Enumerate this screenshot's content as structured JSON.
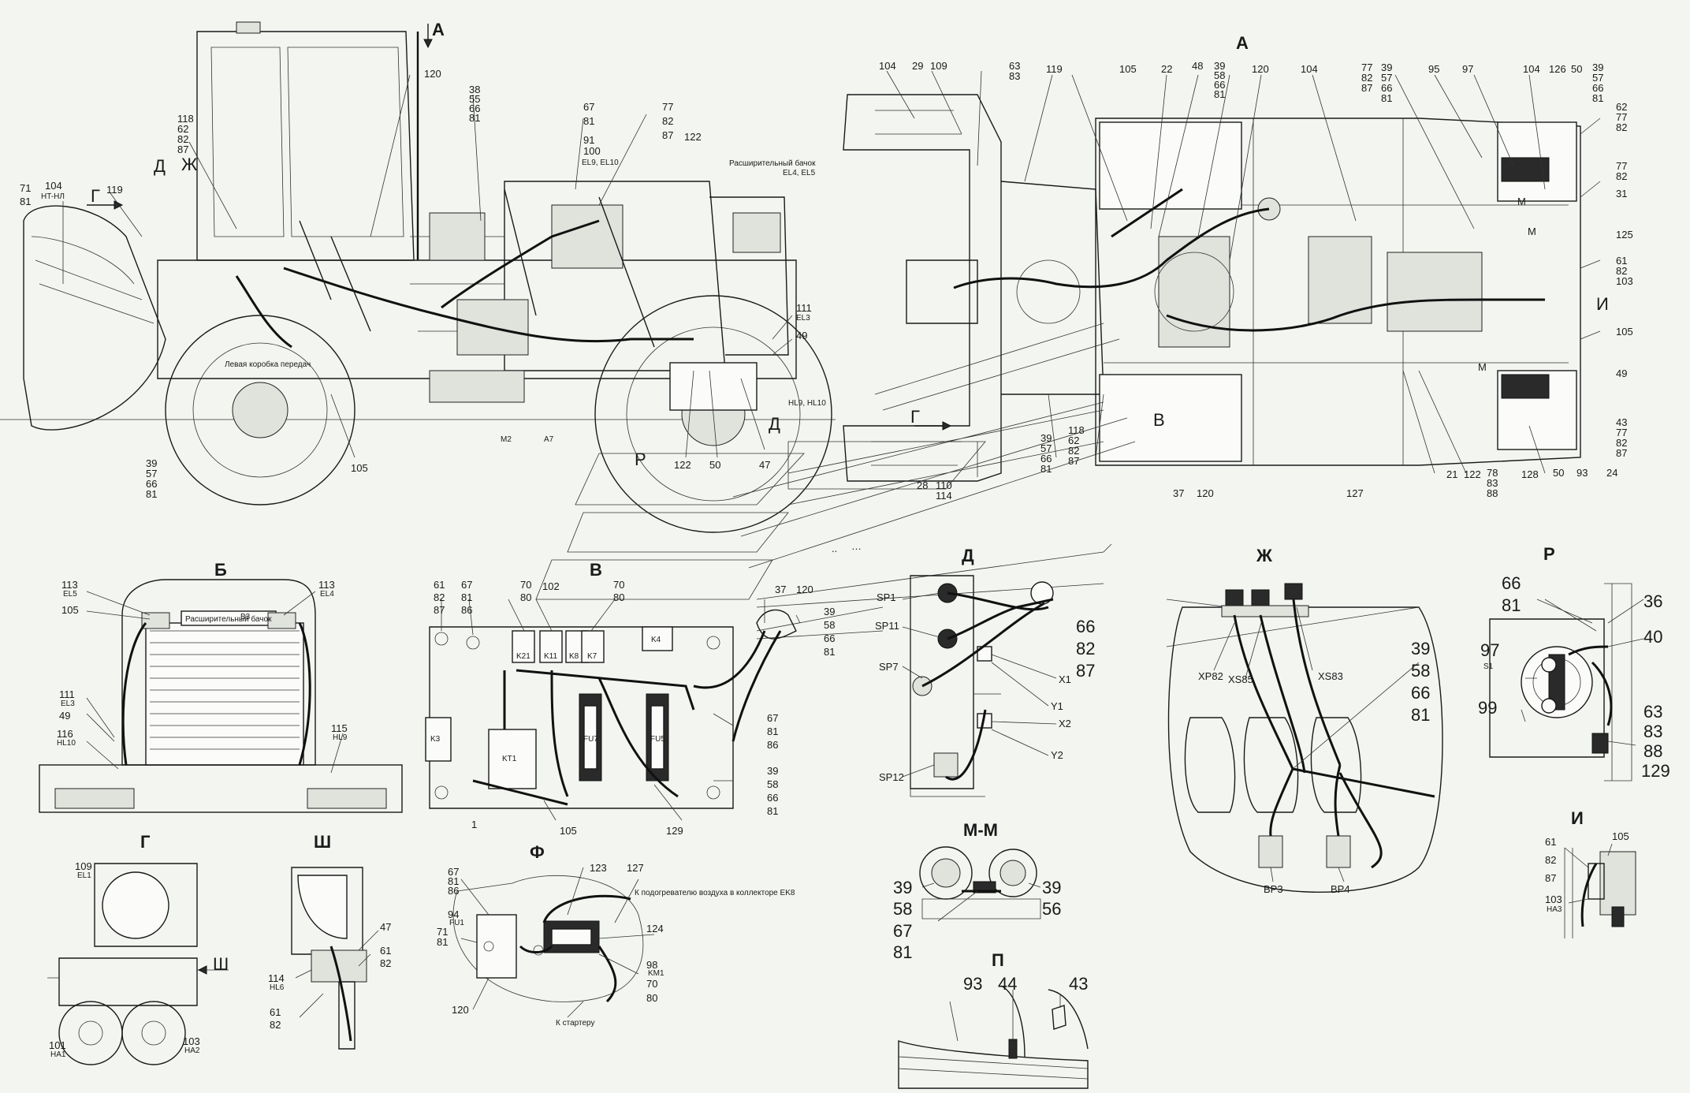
{
  "views": {
    "main_arrow": "А",
    "top_view": "А",
    "b": "Б",
    "v": "В",
    "d": "Д",
    "zh": "Ж",
    "r": "Р",
    "g": "Г",
    "sh": "Ш",
    "f": "Ф",
    "mm": "М-М",
    "i": "И",
    "p": "П"
  },
  "side_view": {
    "markers": [
      "Д",
      "Ж",
      "Г",
      "Р",
      "Д",
      "М2",
      "А7"
    ],
    "callouts": [
      "120",
      "38",
      "55",
      "66",
      "81",
      "67",
      "81",
      "91",
      "100",
      "77",
      "82",
      "87",
      "122",
      "118",
      "62",
      "82",
      "87",
      "119",
      "104",
      "71",
      "81",
      "111",
      "49",
      "105",
      "39",
      "57",
      "66",
      "81",
      "122",
      "50",
      "47"
    ],
    "codes": [
      "HT-HЛ",
      "EL9, EL10",
      "EL3",
      "HL9, HL10",
      "EL4, EL5"
    ],
    "notes": [
      "Расширительный бачок",
      "Левая коробка передач"
    ]
  },
  "top_view": {
    "callouts_top": [
      "104",
      "29",
      "109",
      "63",
      "83",
      "119",
      "105",
      "22",
      "48",
      "39",
      "58",
      "66",
      "81",
      "120",
      "104",
      "77",
      "82",
      "87",
      "39",
      "57",
      "66",
      "81",
      "95",
      "97",
      "104",
      "126",
      "50",
      "39",
      "57",
      "66",
      "81"
    ],
    "callouts_right": [
      "62",
      "77",
      "82",
      "77",
      "82",
      "31",
      "125",
      "61",
      "82",
      "103",
      "И",
      "105",
      "49",
      "43",
      "77",
      "82",
      "87"
    ],
    "callouts_bottom": [
      "28",
      "110",
      "114",
      "39",
      "57",
      "66",
      "81",
      "118",
      "62",
      "82",
      "87",
      "37",
      "120",
      "127",
      "21",
      "122",
      "78",
      "83",
      "88",
      "128",
      "50",
      "93",
      "24"
    ],
    "markers": [
      "Г",
      "В",
      "М",
      "М",
      "М"
    ]
  },
  "view_b": {
    "callouts": [
      "113",
      "105",
      "113",
      "111",
      "49",
      "116",
      "115"
    ],
    "codes": [
      "EL5",
      "EL4",
      "EL3",
      "HL10",
      "HL9"
    ],
    "label_tank": "Расширительный бачок",
    "label_b3": "B3"
  },
  "view_v": {
    "callouts_left": [
      "61",
      "82",
      "87",
      "67",
      "81",
      "86",
      "70",
      "80",
      "102",
      "70",
      "80"
    ],
    "callouts_right": [
      "37",
      "120",
      "39",
      "58",
      "66",
      "81",
      "67",
      "81",
      "86",
      "39",
      "58",
      "66",
      "81"
    ],
    "callouts_bottom": [
      "1",
      "105",
      "129"
    ],
    "relays": [
      "K21",
      "K11",
      "K8",
      "K7",
      "K4",
      "K3",
      "KT1",
      "FU7",
      "FU5"
    ]
  },
  "view_d": {
    "labels_left": [
      "SP1",
      "SP11",
      "SP7",
      "SP12"
    ],
    "labels_right": [
      "X1",
      "Y1",
      "X2",
      "Y2"
    ],
    "callouts": [
      "66",
      "82",
      "87"
    ]
  },
  "view_zh": {
    "connectors": [
      "XP82",
      "XS85",
      "XS83"
    ],
    "callouts": [
      "39",
      "58",
      "66",
      "81"
    ],
    "sensors": [
      "BP3",
      "BP4"
    ]
  },
  "view_r": {
    "callouts": [
      "66",
      "81",
      "36",
      "40",
      "97",
      "S1",
      "99",
      "63",
      "83",
      "88",
      "129"
    ]
  },
  "view_g": {
    "callouts": [
      "109",
      "101",
      "103"
    ],
    "codes": [
      "EL1",
      "HA1",
      "HA2"
    ],
    "arrow": "Ш"
  },
  "view_sh": {
    "callouts": [
      "47",
      "61",
      "82",
      "114",
      "61",
      "82"
    ],
    "codes": [
      "HL6"
    ]
  },
  "view_f": {
    "callouts": [
      "67",
      "81",
      "86",
      "94",
      "71",
      "81",
      "123",
      "127",
      "124",
      "98",
      "70",
      "80",
      "120"
    ],
    "codes": [
      "FU1",
      "KM1"
    ],
    "note_heater": "К подогревателю воздуха в коллекторе EK8",
    "note_starter": "К стартеру"
  },
  "view_mm": {
    "callouts": [
      "39",
      "58",
      "39",
      "56",
      "67",
      "81"
    ]
  },
  "view_i": {
    "callouts": [
      "61",
      "82",
      "87",
      "105",
      "103"
    ],
    "codes": [
      "HA3"
    ]
  },
  "view_p": {
    "callouts": [
      "93",
      "44",
      "43"
    ]
  }
}
